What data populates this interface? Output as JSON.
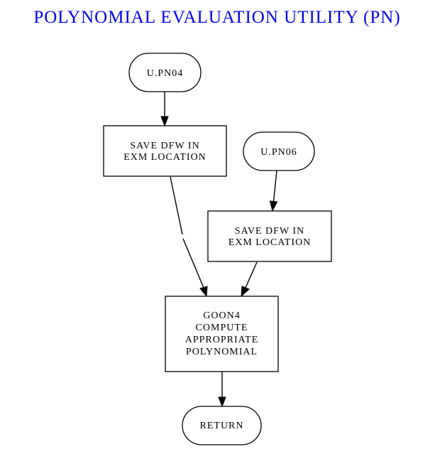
{
  "title": "POLYNOMIAL EVALUATION UTILITY (PN)",
  "nodes": {
    "upn04": "U.PN04",
    "save1": [
      "SAVE DFW IN",
      "EXM LOCATION"
    ],
    "upn06": "U.PN06",
    "save2": [
      "SAVE DFW IN",
      "EXM LOCATION"
    ],
    "goon4": [
      "GOON4",
      "COMPUTE",
      "APPROPRIATE",
      "POLYNOMIAL"
    ],
    "ret": "RETURN"
  }
}
